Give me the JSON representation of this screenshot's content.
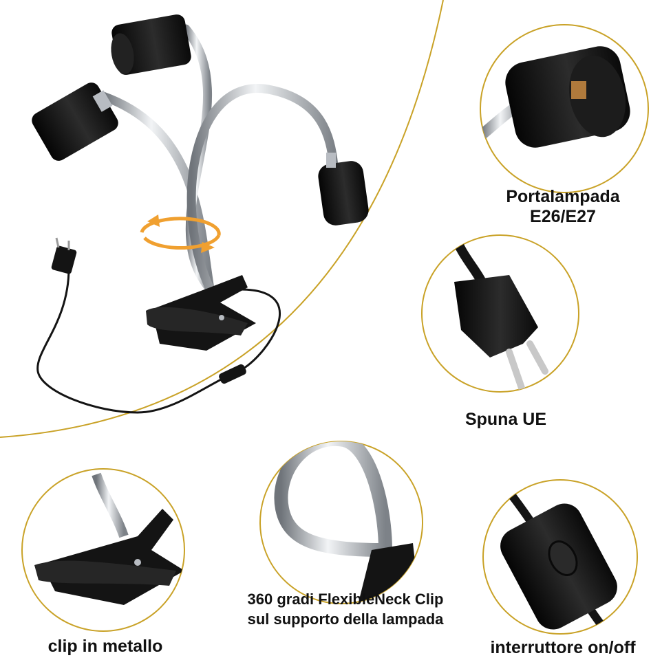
{
  "colors": {
    "accent_gold": "#c9a227",
    "rotation_arrow": "#f0a030",
    "product_black": "#141414",
    "chrome": "#b8bcc2",
    "background": "#ffffff",
    "caption_text": "#111111"
  },
  "captions": {
    "lamp_holder_line1": "Portalampada",
    "lamp_holder_line2": "E26/E27",
    "plug": "Spuna UE",
    "flexible_neck_line1": "360 gradi FlexibleNeck Clip",
    "flexible_neck_line2": "sul supporto della lampada",
    "clip": "clip in metallo",
    "switch": "interruttore on/off"
  },
  "icons": {
    "rotation": "rotate-360-icon",
    "switch_dot": "power-dot-icon"
  }
}
